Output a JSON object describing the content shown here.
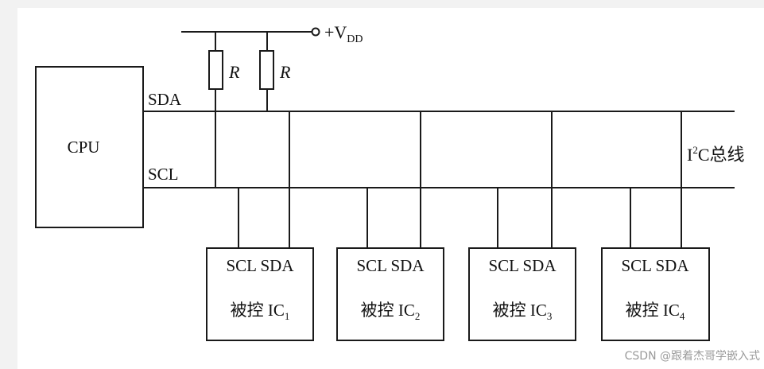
{
  "supply": {
    "symbol": "+V",
    "subscript": "DD"
  },
  "resistors": [
    {
      "label": "R"
    },
    {
      "label": "R"
    }
  ],
  "cpu": {
    "label": "CPU",
    "sda_label": "SDA",
    "scl_label": "SCL"
  },
  "bus": {
    "prefix": "I",
    "superscript": "2",
    "suffix": "C总线"
  },
  "ics": [
    {
      "pins": "SCL SDA",
      "name": "被控 IC",
      "index": "1"
    },
    {
      "pins": "SCL SDA",
      "name": "被控 IC",
      "index": "2"
    },
    {
      "pins": "SCL SDA",
      "name": "被控 IC",
      "index": "3"
    },
    {
      "pins": "SCL SDA",
      "name": "被控 IC",
      "index": "4"
    }
  ],
  "watermark": "CSDN @跟着杰哥学嵌入式",
  "colors": {
    "line": "#1a1a1a",
    "background": "#f2f2f2",
    "panel": "#ffffff"
  }
}
